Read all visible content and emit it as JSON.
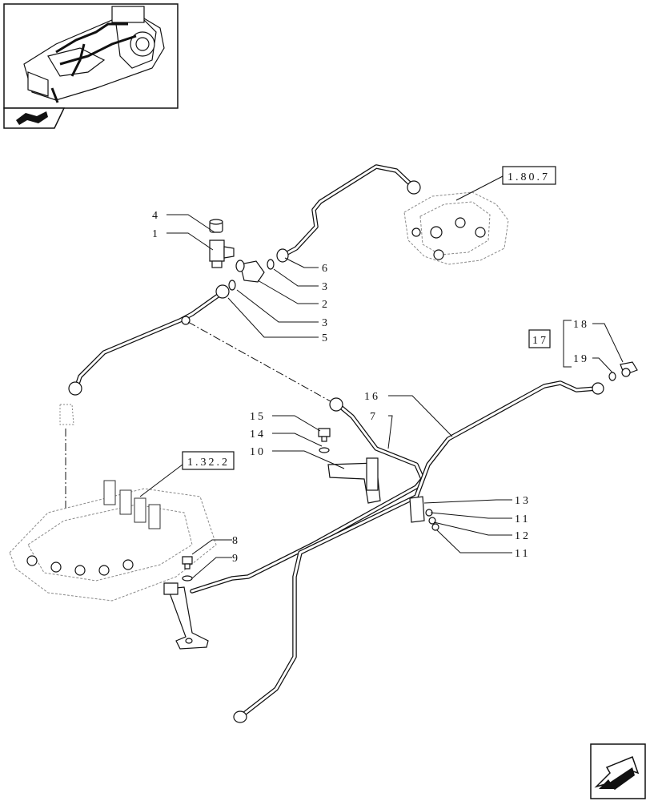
{
  "callouts": {
    "c4": "4",
    "c1": "1",
    "c6": "6",
    "c3a": "3",
    "c2": "2",
    "c3b": "3",
    "c5": "5",
    "c16": "16",
    "c7": "7",
    "c15": "15",
    "c14": "14",
    "c10": "10",
    "c13": "13",
    "c11a": "11",
    "c12": "12",
    "c11b": "11",
    "c8": "8",
    "c9": "9",
    "c17": "17",
    "c18": "18",
    "c19": "19"
  },
  "references": {
    "ref_1807": "1.80.7",
    "ref_1322": "1.32.2"
  },
  "icons": {
    "overview": "tractor-transmission-overview-icon",
    "tab": "book-tab-icon",
    "nav": "next-page-arrow-icon"
  }
}
